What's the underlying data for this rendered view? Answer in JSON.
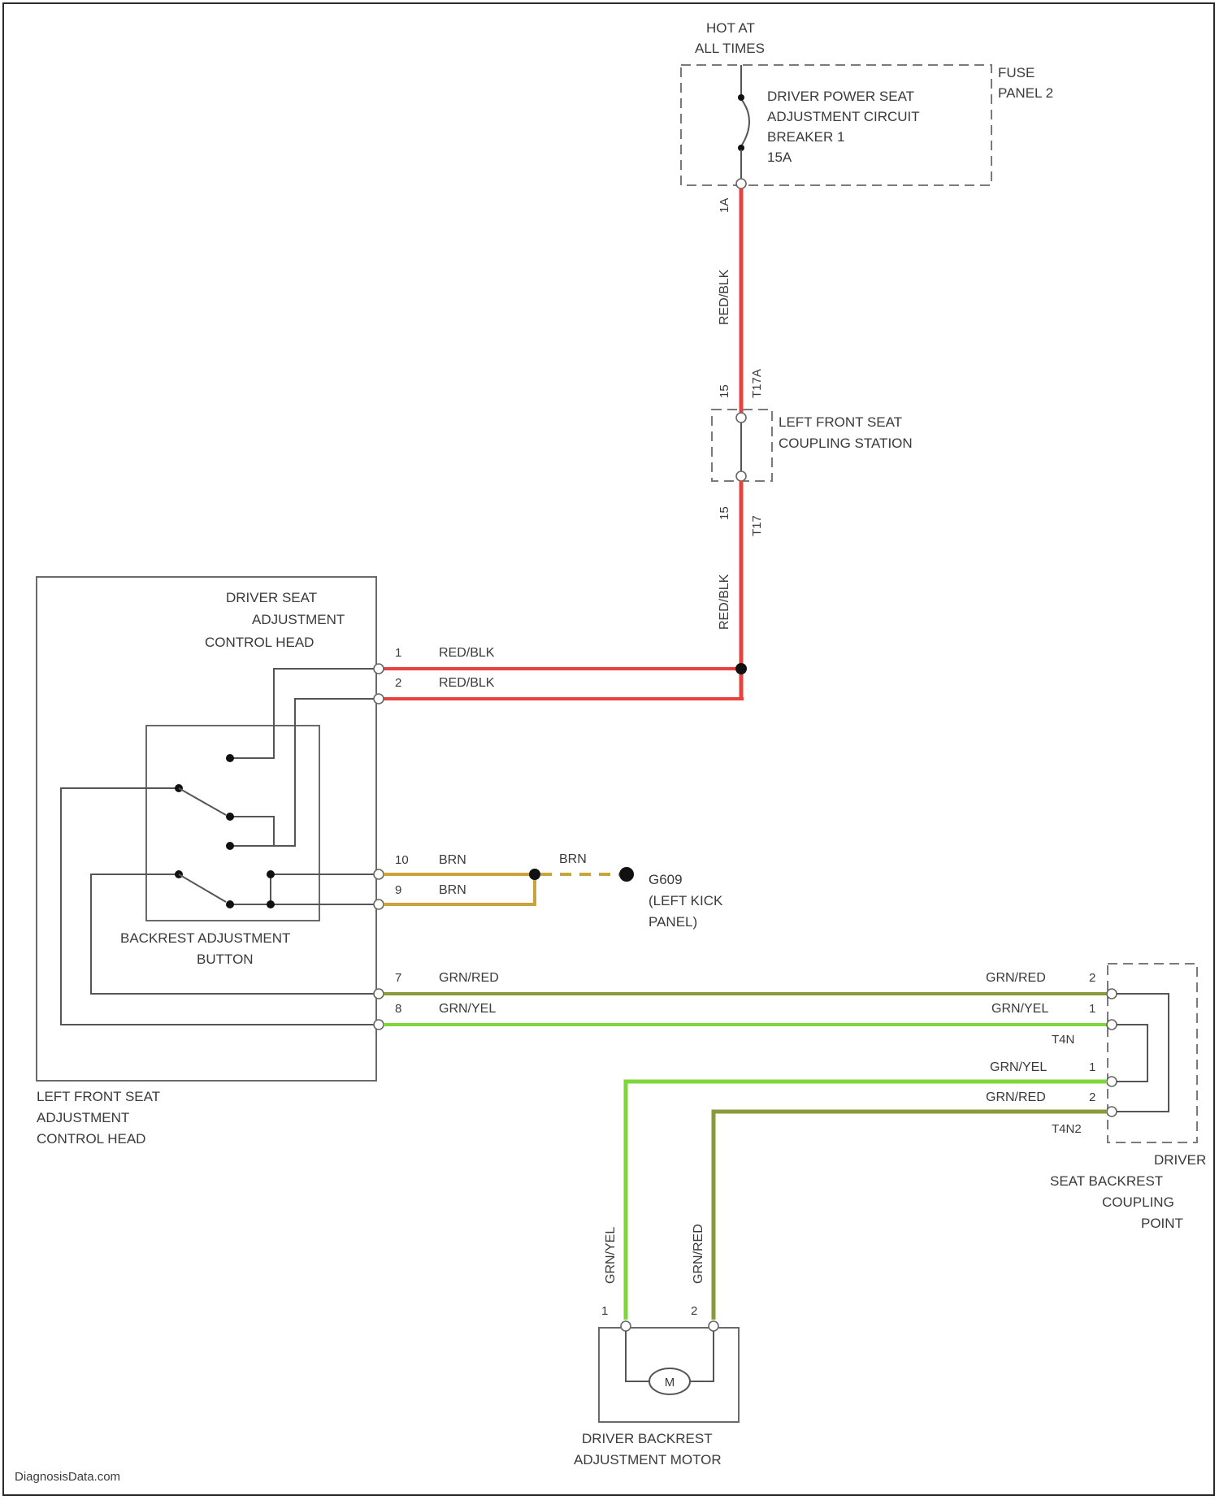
{
  "colors": {
    "red_blk": "#e8413f",
    "brn": "#c9a43a",
    "grn_yel": "#7ed63a",
    "grn_red": "#8a9a3a",
    "frame": "#2a2a2a",
    "line": "#555555"
  },
  "power": {
    "hot_label_1": "HOT AT",
    "hot_label_2": "ALL TIMES"
  },
  "fuse_panel": {
    "label_1": "FUSE",
    "label_2": "PANEL 2",
    "breaker_lines": [
      "DRIVER POWER SEAT",
      "ADJUSTMENT CIRCUIT",
      "BREAKER 1",
      "15A"
    ]
  },
  "wires": {
    "top_vertical": "RED/BLK",
    "top_pin": "1A",
    "upper_station_pin": "15",
    "upper_station_conn": "T17A",
    "lower_station_pin": "15",
    "lower_station_conn": "T17",
    "lower_vertical": "RED/BLK"
  },
  "coupling_station": {
    "label_1": "LEFT FRONT SEAT",
    "label_2": "COUPLING STATION"
  },
  "control_head": {
    "inner_title_1": "DRIVER SEAT",
    "inner_title_2": "ADJUSTMENT",
    "inner_title_3": "CONTROL HEAD",
    "outer_label_1": "LEFT FRONT SEAT",
    "outer_label_2": "ADJUSTMENT",
    "outer_label_3": "CONTROL HEAD",
    "button_label_1": "BACKREST ADJUSTMENT",
    "button_label_2": "BUTTON",
    "pins": [
      {
        "pin": "1",
        "wire": "RED/BLK"
      },
      {
        "pin": "2",
        "wire": "RED/BLK"
      },
      {
        "pin": "10",
        "wire": "BRN"
      },
      {
        "pin": "9",
        "wire": "BRN"
      },
      {
        "pin": "7",
        "wire": "GRN/RED"
      },
      {
        "pin": "8",
        "wire": "GRN/YEL"
      }
    ]
  },
  "ground": {
    "wire": "BRN",
    "id": "G609",
    "label_1": "(LEFT KICK",
    "label_2": "PANEL)"
  },
  "backrest_coupling": {
    "label_1": "DRIVER",
    "label_2": "SEAT BACKREST",
    "label_3": "COUPLING",
    "label_4": "POINT",
    "left_top": {
      "wire": "GRN/RED",
      "pin": "2"
    },
    "left_mid": {
      "wire": "GRN/YEL",
      "pin": "1"
    },
    "conn_a": "T4N",
    "left_lower": {
      "wire": "GRN/YEL",
      "pin": "1"
    },
    "left_bottom": {
      "wire": "GRN/RED",
      "pin": "2"
    },
    "conn_b": "T4N2"
  },
  "motor": {
    "symbol": "M",
    "left_wire": "GRN/YEL",
    "right_wire": "GRN/RED",
    "left_pin": "1",
    "right_pin": "2",
    "label_1": "DRIVER BACKREST",
    "label_2": "ADJUSTMENT MOTOR"
  },
  "footer": {
    "watermark": "DiagnosisData.com"
  }
}
